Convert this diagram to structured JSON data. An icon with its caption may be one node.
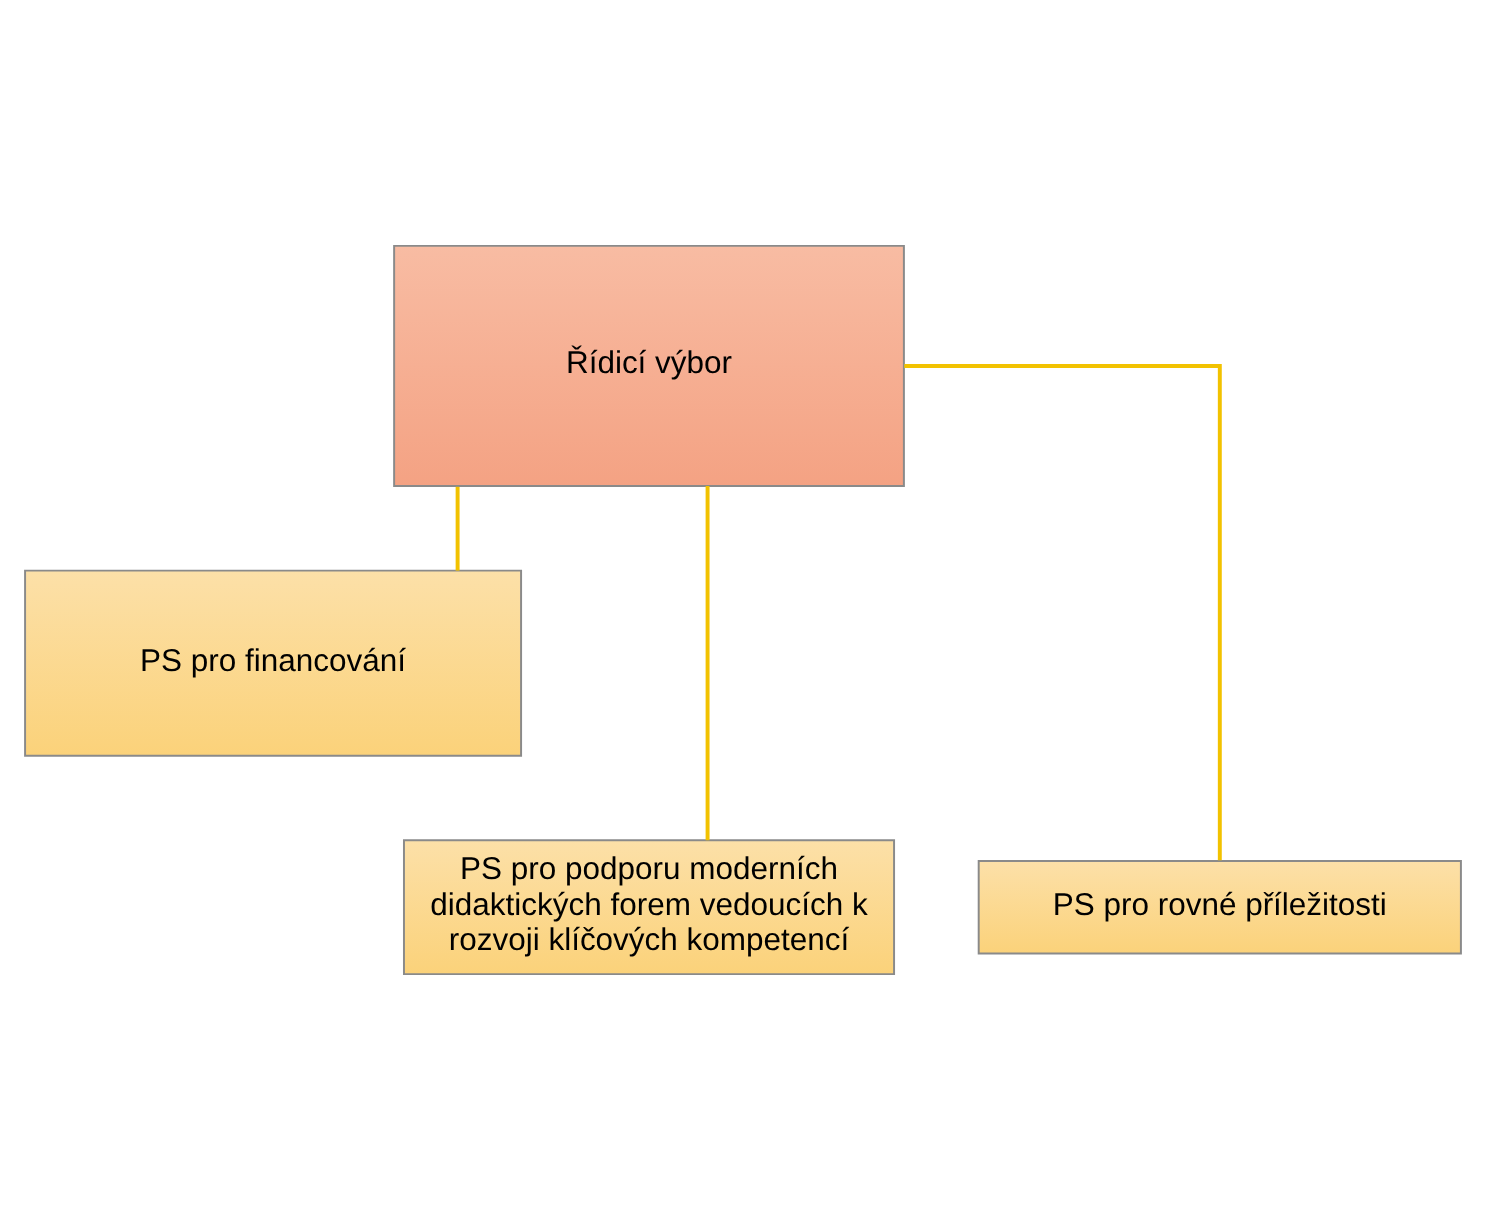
{
  "diagram": {
    "nodes": [
      {
        "text": [
          "Řídicí výbor"
        ]
      },
      {
        "text": [
          "PS pro financování"
        ]
      },
      {
        "text": [
          "PS pro podporu moderních didaktických forem vedoucích k rozvoji klíčových kompetencí"
        ]
      },
      {
        "text": [
          "PS pro rovné příležitosti"
        ]
      }
    ],
    "edges": [
      {
        "from": 0,
        "to": 1,
        "arrow": "none"
      },
      {
        "from": 0,
        "to": 2,
        "arrow": "none"
      },
      {
        "from": 0,
        "to": 3,
        "arrow": "none"
      }
    ]
  }
}
